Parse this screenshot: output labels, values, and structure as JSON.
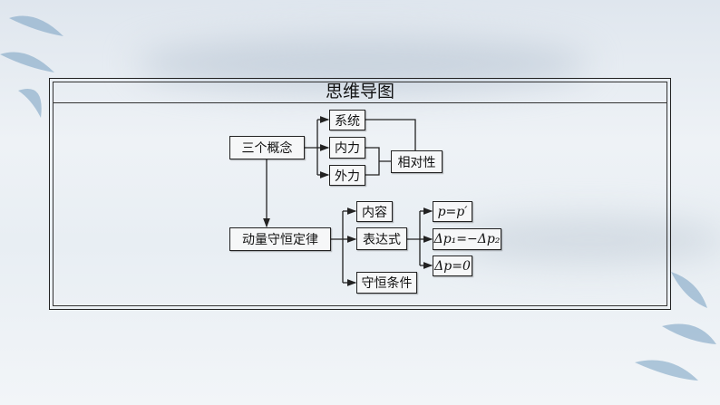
{
  "title": "思维导图",
  "nodes": {
    "concepts": "三个概念",
    "system": "系统",
    "internal_force": "内力",
    "external_force": "外力",
    "relativity": "相对性",
    "law": "动量守恒定律",
    "content": "内容",
    "expression": "表达式",
    "conditions": "守恒条件",
    "formula1": "p=p′",
    "formula2": "Δp₁=−Δp₂",
    "formula3": "Δp=0"
  }
}
